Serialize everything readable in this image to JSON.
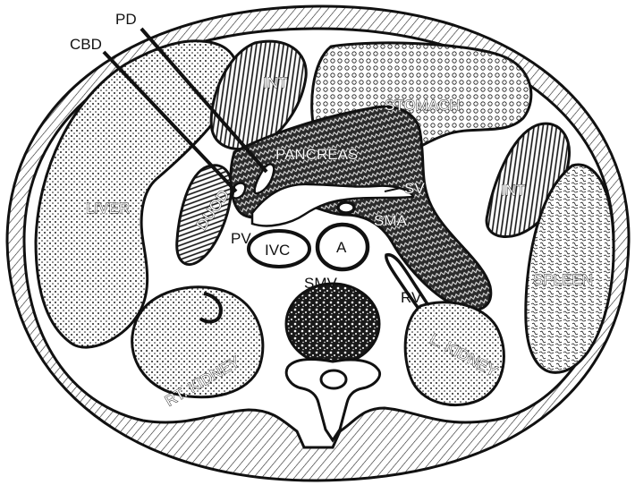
{
  "colors": {
    "ink": "#111111",
    "paper": "#ffffff"
  },
  "labels": {
    "pd": "PD",
    "cbd": "CBD",
    "int_top": "INT",
    "stomach": "STOMACH",
    "pancreas": "PANCREAS",
    "liver": "LIVER",
    "duod": "DUOD",
    "sv": "SV",
    "int_right": "INT",
    "sma": "SMA",
    "pv": "PV",
    "ivc": "IVC",
    "a": "A",
    "smv": "SMV",
    "rv": "RV",
    "spleen": "SPLEEN",
    "rt_kidney": "RT. KIDNEY",
    "l_kidney": "L. KIDNEY"
  }
}
